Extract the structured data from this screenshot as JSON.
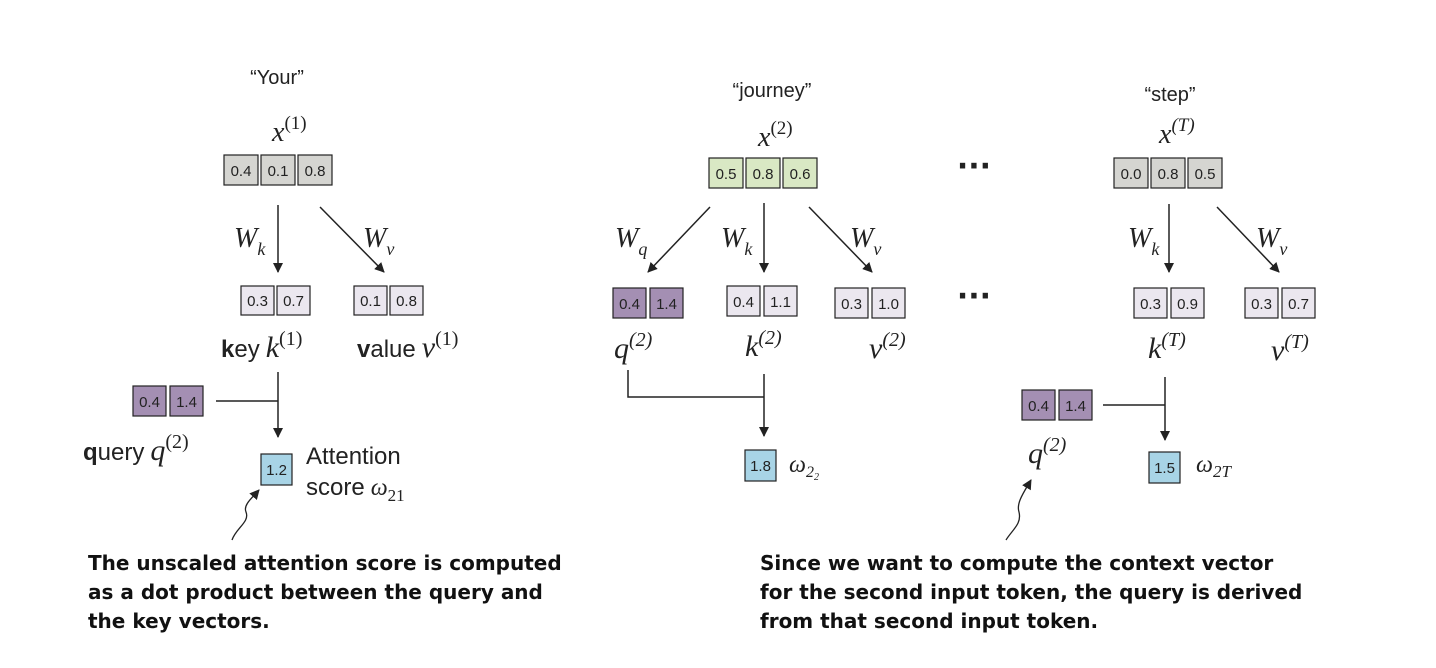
{
  "tokens": {
    "your": "“Your”",
    "journey": "“journey”",
    "step": "“step”"
  },
  "inputs": {
    "x1": {
      "base": "x",
      "sup": "(1)",
      "values": [
        "0.4",
        "0.1",
        "0.8"
      ]
    },
    "x2": {
      "base": "x",
      "sup": "(2)",
      "values": [
        "0.5",
        "0.8",
        "0.6"
      ]
    },
    "xT": {
      "base": "x",
      "sup": "(T)",
      "values": [
        "0.0",
        "0.8",
        "0.5"
      ]
    }
  },
  "weights": {
    "wq": {
      "base": "W",
      "sub": "q"
    },
    "wk": {
      "base": "W",
      "sub": "k"
    },
    "wv": {
      "base": "W",
      "sub": "v"
    }
  },
  "left": {
    "key_values": [
      "0.3",
      "0.7"
    ],
    "value_values": [
      "0.1",
      "0.8"
    ],
    "key_label": {
      "bold": "k",
      "rest": "ey",
      "var": "k",
      "sup": "(1)"
    },
    "value_label": {
      "bold": "v",
      "rest": "alue",
      "var": "v",
      "sup": "(1)"
    },
    "query_values": [
      "0.4",
      "1.4"
    ],
    "query_label": {
      "bold": "q",
      "rest": "uery",
      "var": "q",
      "sup": "(2)"
    },
    "score_value": "1.2",
    "score_line1": "Attention",
    "score_line2": "score",
    "score_symbol": "ω",
    "score_sub": "21"
  },
  "middle": {
    "q_values": [
      "0.4",
      "1.4"
    ],
    "k_values": [
      "0.4",
      "1.1"
    ],
    "v_values": [
      "0.3",
      "1.0"
    ],
    "q_label": {
      "var": "q",
      "sup": "(2)"
    },
    "k_label": {
      "var": "k",
      "sup": "(2)"
    },
    "v_label": {
      "var": "v",
      "sup": "(2)"
    },
    "score_value": "1.8",
    "score_symbol": "ω",
    "score_sub": "2",
    "score_subsub": "2"
  },
  "right": {
    "k_values": [
      "0.3",
      "0.9"
    ],
    "v_values": [
      "0.3",
      "0.7"
    ],
    "k_label": {
      "var": "k",
      "sup": "(T)"
    },
    "v_label": {
      "var": "v",
      "sup": "(T)"
    },
    "query_values": [
      "0.4",
      "1.4"
    ],
    "query_label": {
      "var": "q",
      "sup": "(2)"
    },
    "score_value": "1.5",
    "score_symbol": "ω",
    "score_sub": "2T"
  },
  "ellipsis": "⋅⋅⋅",
  "captions": {
    "left": [
      "The unscaled attention score is computed",
      "as a dot product between the query and",
      "the key vectors."
    ],
    "right": [
      "Since we want to compute the context vector",
      "for the second input token, the query is derived",
      "from that second input token."
    ]
  },
  "colors": {
    "input_grey": "#d5d5d1",
    "input_green": "#d9e8c4",
    "key_value_light": "#ebe7ef",
    "query_purple": "#a48fb3",
    "score_blue": "#a8d4e6",
    "stroke": "#222222"
  }
}
